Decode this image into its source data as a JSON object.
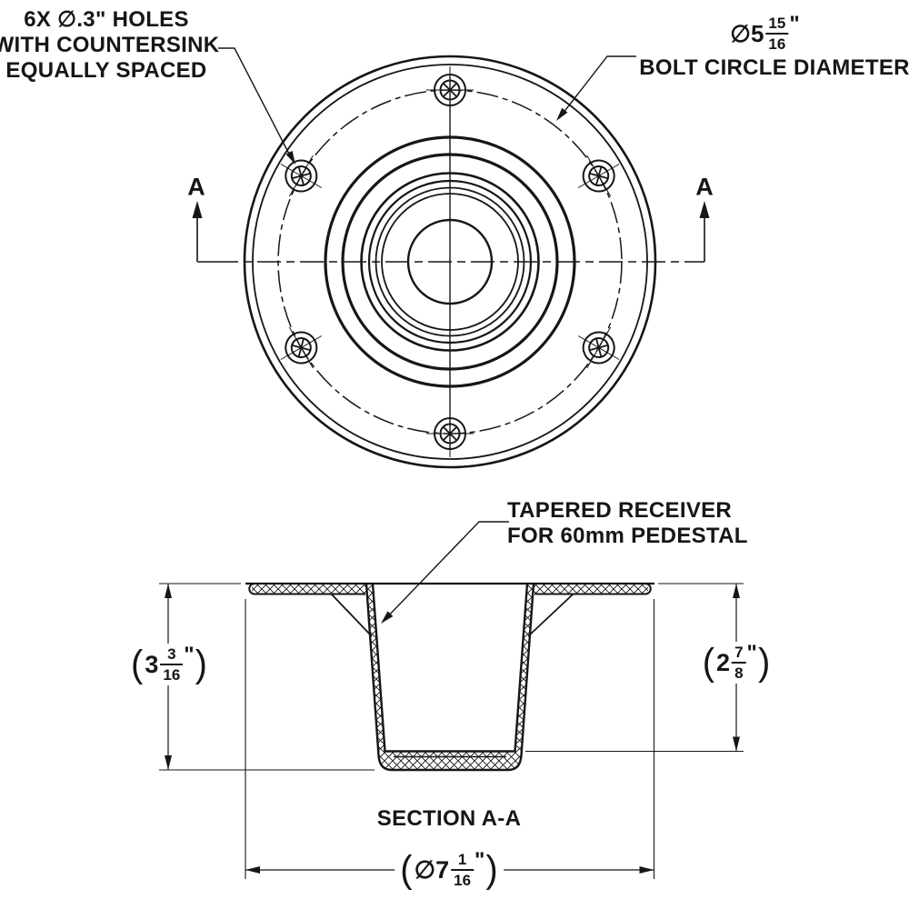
{
  "top_view": {
    "holes_note": {
      "line1": "6X ∅.3\" HOLES",
      "line2": "WITH COUNTERSINK",
      "line3": "EQUALLY SPACED"
    },
    "bolt_circle_note": {
      "value": "∅5",
      "numerator": "15",
      "denominator": "16",
      "unit": "\"",
      "label": "BOLT CIRCLE DIAMETER"
    },
    "section_marker_left": "A",
    "section_marker_right": "A"
  },
  "section_view": {
    "receiver_note": {
      "line1": "TAPERED RECEIVER",
      "line2": "FOR 60mm PEDESTAL"
    },
    "height_dim": {
      "open": "(",
      "value": "3",
      "numerator": "3",
      "denominator": "16",
      "unit": "\"",
      "close": ")"
    },
    "depth_dim": {
      "open": "(",
      "value": "2",
      "numerator": "7",
      "denominator": "8",
      "unit": "\"",
      "close": ")"
    },
    "width_dim": {
      "open": "(",
      "value": "∅7",
      "numerator": "1",
      "denominator": "16",
      "unit": "\"",
      "close": ")"
    },
    "title": "SECTION A-A"
  }
}
